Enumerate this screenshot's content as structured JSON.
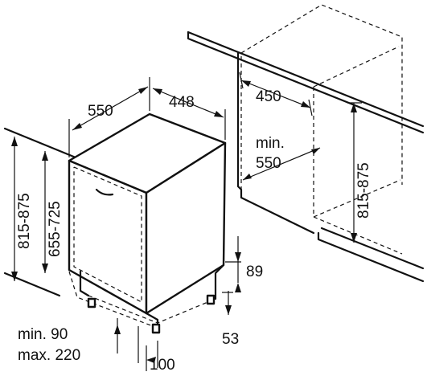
{
  "dimensions": {
    "depth": "550",
    "width": "448",
    "niche_width": "450",
    "niche_depth_label": "min.",
    "niche_depth_value": "550",
    "niche_height": "815-875",
    "appliance_height": "815-875",
    "front_height": "655-725",
    "toe_height": "89",
    "foot_height": "53",
    "plinth_min": "min. 90",
    "plinth_max": "max. 220",
    "foot_setback": "100"
  }
}
